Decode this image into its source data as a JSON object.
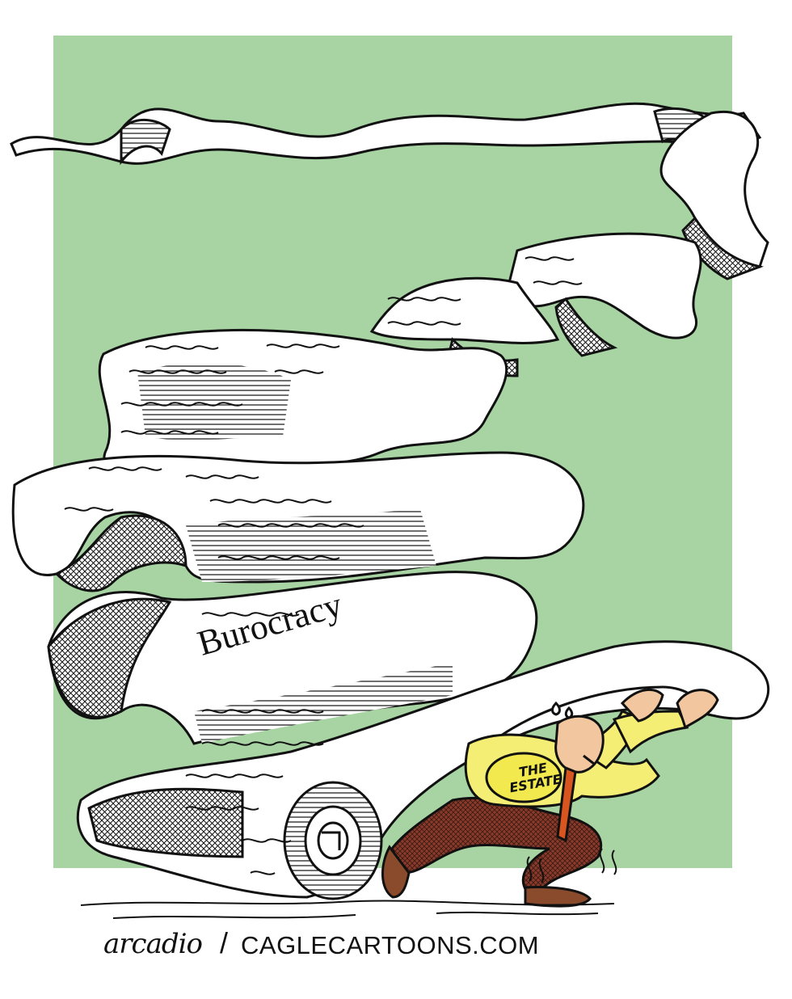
{
  "cartoon": {
    "scroll_label": "Burocracy",
    "shirt_label_line1": "THE",
    "shirt_label_line2": "ESTATE",
    "artist_signature": "arcadio",
    "signature_separator": "/",
    "website": "CAGLECARTOONS.COM"
  },
  "colors": {
    "background_panel": "#a8d4a4",
    "paper": "#ffffff",
    "ink": "#111111",
    "shirt": "#f4ee74",
    "badge": "#f2e94e",
    "trousers": "#8a3a2c",
    "tie": "#d9551f",
    "skin": "#f2c7a0",
    "shoes": "#8a4a2c"
  }
}
